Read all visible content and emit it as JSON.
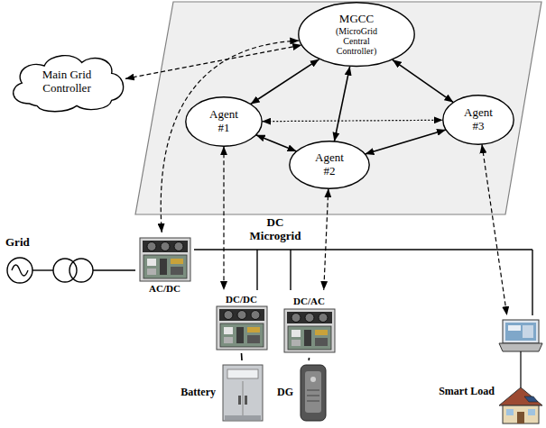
{
  "diagram": {
    "nodes": [
      {
        "text": [
          "MGCC",
          "(MicroGrid Central Controller)"
        ]
      },
      {
        "text": [
          "Main Grid Controller"
        ]
      },
      {
        "text": [
          "Agent #1"
        ]
      },
      {
        "text": [
          "Agent #3"
        ]
      },
      {
        "text": [
          "Agent #2"
        ]
      },
      {
        "text": [
          "AC/DC"
        ]
      },
      {
        "text": [
          "DC/DC"
        ]
      },
      {
        "text": [
          "DC/AC"
        ]
      },
      {
        "text": [
          "Battery"
        ]
      },
      {
        "text": [
          "DG"
        ]
      },
      {
        "text": [
          "Smart Load"
        ]
      }
    ],
    "edges": [
      {
        "from": 1,
        "to": 0,
        "arrow": "both"
      },
      {
        "from": 0,
        "to": 2,
        "arrow": "both"
      },
      {
        "from": 0,
        "to": 4,
        "arrow": "both"
      },
      {
        "from": 0,
        "to": 3,
        "arrow": "both"
      },
      {
        "from": 2,
        "to": 4,
        "arrow": "both"
      },
      {
        "from": 4,
        "to": 3,
        "arrow": "both"
      },
      {
        "from": 2,
        "to": 3,
        "arrow": "both"
      },
      {
        "from": 0,
        "to": 5,
        "arrow": "both"
      },
      {
        "from": 2,
        "to": 6,
        "arrow": "both"
      },
      {
        "from": 4,
        "to": 7,
        "arrow": "both"
      },
      {
        "from": 3,
        "to": 10,
        "arrow": "both"
      },
      {
        "from": 6,
        "to": 8,
        "arrow": "none"
      },
      {
        "from": 7,
        "to": 9,
        "arrow": "none"
      }
    ],
    "labels": [
      "Grid",
      "DC Microgrid"
    ]
  }
}
